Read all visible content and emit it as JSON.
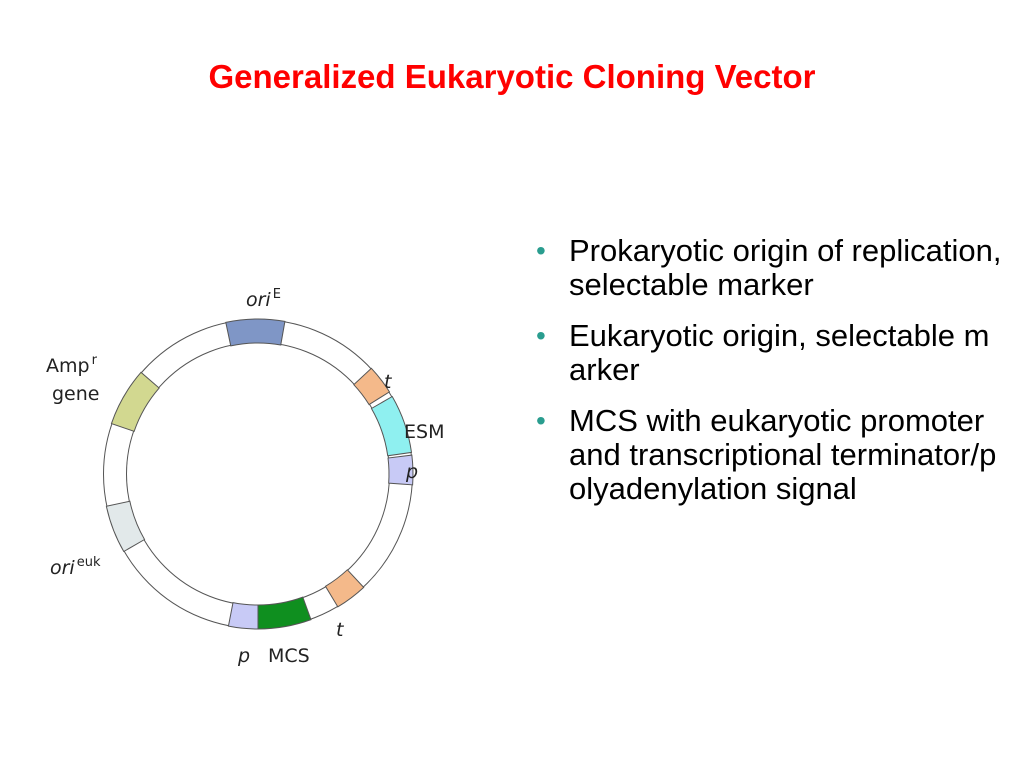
{
  "title": "Generalized Eukaryotic Cloning Vector",
  "diagram": {
    "colors": {
      "oriE": "#7f96c6",
      "t": "#f4b98a",
      "ESM": "#8ff0f0",
      "p": "#c8caf6",
      "MCS": "#0f8f1f",
      "oriEuk": "#e2e9ea",
      "Amp": "#d2d890",
      "ring": "#ffffff",
      "outline": "#555555"
    },
    "labels": {
      "oriE_main": "ori",
      "oriE_sup": "E",
      "t_top": "t",
      "ESM": "ESM",
      "p_right": "p",
      "t_bottom": "t",
      "MCS": "MCS",
      "p_bottom": "p",
      "oriEuk_main": "ori",
      "oriEuk_sup": "euk",
      "amp_main": "Amp",
      "amp_sup": "r",
      "amp_gene": "gene"
    }
  },
  "bullets": [
    "Prokaryotic origin of replication, selectable marker",
    "Eukaryotic origin, selectable marker",
    "MCS with eukaryotic promoter and transcriptional terminator/polyadenylation signal"
  ]
}
